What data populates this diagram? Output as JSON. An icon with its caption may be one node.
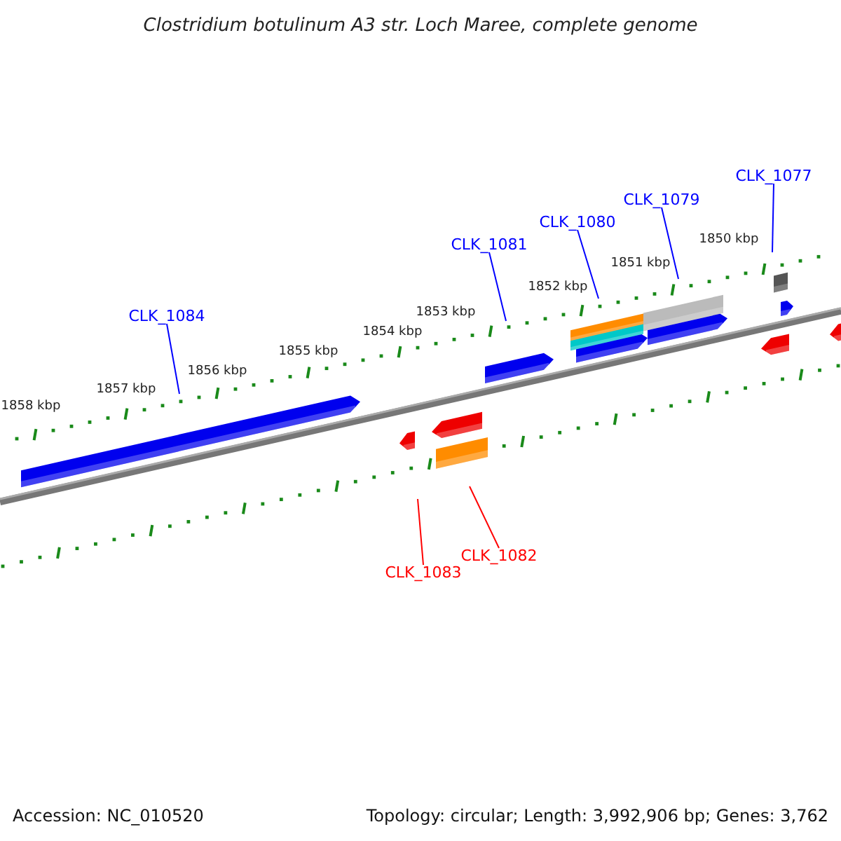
{
  "diagram": {
    "title": "Clostridium botulinum A3 str. Loch Maree, complete genome",
    "nodes": [
      {
        "text": [
          "CLK_1077"
        ]
      },
      {
        "text": [
          "CLK_1079"
        ]
      },
      {
        "text": [
          "CLK_1080"
        ]
      },
      {
        "text": [
          "CLK_1081"
        ]
      },
      {
        "text": [
          "CLK_1084"
        ]
      },
      {
        "text": [
          "CLK_1082"
        ]
      },
      {
        "text": [
          "CLK_1083"
        ]
      }
    ],
    "edges": [
      {
        "from": 0,
        "to": null,
        "arrow": "none"
      },
      {
        "from": 1,
        "to": null,
        "arrow": "none"
      },
      {
        "from": 2,
        "to": null,
        "arrow": "none"
      },
      {
        "from": 3,
        "to": null,
        "arrow": "none"
      },
      {
        "from": 4,
        "to": null,
        "arrow": "none"
      },
      {
        "from": 5,
        "to": null,
        "arrow": "none",
        "color": "#ff0000"
      },
      {
        "from": 6,
        "to": null,
        "arrow": "none",
        "color": "#ff0000"
      }
    ],
    "labels": [
      "1850 kbp",
      "1851 kbp",
      "1852 kbp",
      "1853 kbp",
      "1854 kbp",
      "1855 kbp",
      "1856 kbp",
      "1857 kbp",
      "1858 kbp",
      "Accession: NC_010520",
      "Topology: circular; Length: 3,992,906 bp; Genes: 3,762"
    ]
  }
}
